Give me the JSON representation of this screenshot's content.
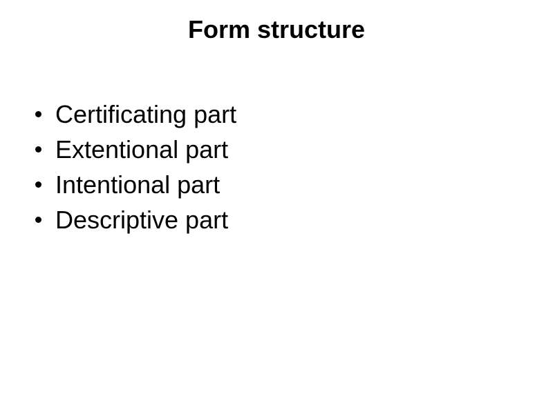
{
  "slide": {
    "title": "Form structure",
    "bullets": [
      "Certificating part",
      "Extentional part",
      "Intentional part",
      "Descriptive part"
    ],
    "colors": {
      "background": "#ffffff",
      "text": "#000000"
    }
  }
}
